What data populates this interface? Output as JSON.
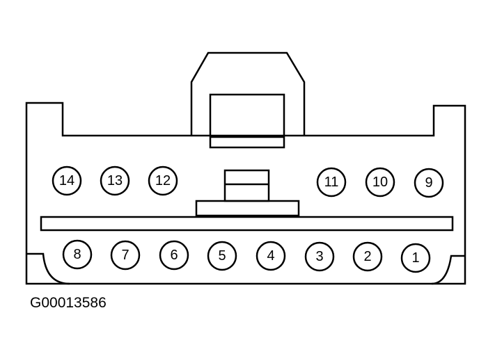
{
  "figure_id": "G00013586",
  "pins": {
    "top_row": [
      "14",
      "13",
      "12",
      "11",
      "10",
      "9"
    ],
    "bottom_row": [
      "8",
      "7",
      "6",
      "5",
      "4",
      "3",
      "2",
      "1"
    ]
  }
}
